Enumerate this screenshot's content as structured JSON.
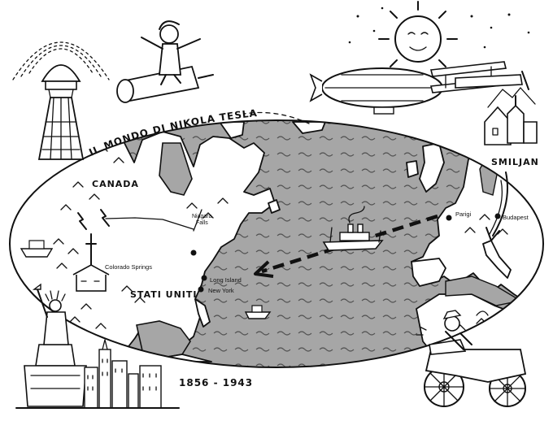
{
  "title": "IL MONDO DI NIKOLA TESLA",
  "dates": "1856 - 1943",
  "places": {
    "canada": "CANADA",
    "usa": "STATI UNITI",
    "niagara": "Niagara\nFalls",
    "colorado": "Colorado Springs",
    "long_island": "Long Island",
    "new_york": "New York",
    "parigi": "Parigi",
    "budapest": "Budapest",
    "smiljan": "SMILJAN"
  }
}
